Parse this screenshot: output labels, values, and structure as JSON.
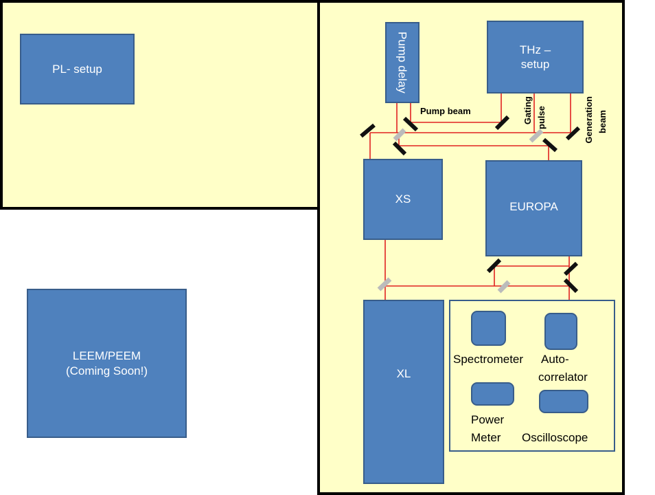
{
  "diagram": {
    "title": "Lab layout",
    "colors": {
      "panel_fill": "#ffffc8",
      "box_fill": "#4f81bd",
      "box_border": "#385d8a",
      "beam": "#e02020",
      "mirror": "#111111",
      "beamsplitter": "#bbbbbb"
    },
    "left_panel": {
      "pl_setup": "PL- setup"
    },
    "leem": {
      "line1": "LEEM/PEEM",
      "line2": "(Coming Soon!)"
    },
    "right_panel": {
      "pump_delay": "Pump delay",
      "thz_line1": "THz –",
      "thz_line2": "setup",
      "pump_beam": "Pump beam",
      "gating": "Gating",
      "pulse": "pulse",
      "generation": "Generation",
      "beam": "beam",
      "xs": "XS",
      "europa": "EUROPA",
      "xl": "XL",
      "instruments": {
        "spectrometer": "Spectrometer",
        "auto_line1": "Auto-",
        "auto_line2": "correlator",
        "power_line1": "Power",
        "power_line2": "Meter",
        "oscilloscope": "Oscilloscope"
      }
    }
  }
}
